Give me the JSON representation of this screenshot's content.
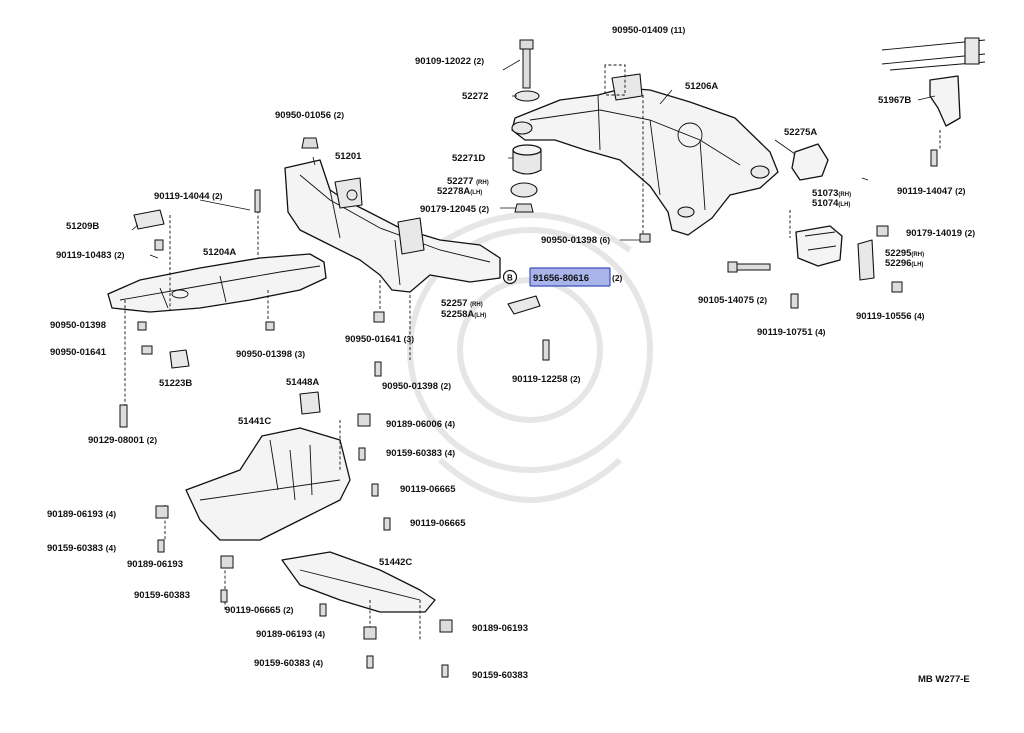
{
  "diagram": {
    "code": "MB W277-E",
    "highlight_color": "#a9b4ea",
    "marker_letter": "B",
    "labels": {
      "p90950_01409": {
        "part": "90950-01409",
        "qty": "(11)"
      },
      "p90109_12022": {
        "part": "90109-12022",
        "qty": "(2)"
      },
      "p52272": {
        "part": "52272",
        "qty": ""
      },
      "p51206A": {
        "part": "51206A",
        "qty": ""
      },
      "p51967B": {
        "part": "51967B",
        "qty": ""
      },
      "p90950_01056": {
        "part": "90950-01056",
        "qty": "(2)"
      },
      "p52275A": {
        "part": "52275A",
        "qty": ""
      },
      "p51201": {
        "part": "51201",
        "qty": ""
      },
      "p52271D": {
        "part": "52271D",
        "qty": ""
      },
      "p52277": {
        "part": "52277",
        "sub": "(RH)",
        "qty": ""
      },
      "p52278A": {
        "part": "52278A",
        "sub": "(LH)",
        "qty": ""
      },
      "p90119_14047": {
        "part": "90119-14047",
        "qty": "(2)"
      },
      "p51073": {
        "part": "51073",
        "sub": "(RH)",
        "qty": ""
      },
      "p51074": {
        "part": "51074",
        "sub": "(LH)",
        "qty": ""
      },
      "p90119_14044": {
        "part": "90119-14044",
        "qty": "(2)"
      },
      "p90179_12045": {
        "part": "90179-12045",
        "qty": "(2)"
      },
      "p90179_14019": {
        "part": "90179-14019",
        "qty": "(2)"
      },
      "p51209B": {
        "part": "51209B",
        "qty": ""
      },
      "p90950_01398a": {
        "part": "90950-01398",
        "qty": "(6)"
      },
      "p51204A": {
        "part": "51204A",
        "qty": ""
      },
      "p52295": {
        "part": "52295",
        "sub": "(RH)",
        "qty": ""
      },
      "p52296": {
        "part": "52296",
        "sub": "(LH)",
        "qty": ""
      },
      "p90119_10483": {
        "part": "90119-10483",
        "qty": "(2)"
      },
      "p91656_80616": {
        "part": "91656-80616",
        "qty": "(2)"
      },
      "p90105_14075": {
        "part": "90105-14075",
        "qty": "(2)"
      },
      "p52257": {
        "part": "52257",
        "sub": "(RH)",
        "qty": ""
      },
      "p52258A": {
        "part": "52258A",
        "sub": "(LH)",
        "qty": ""
      },
      "p90119_10556": {
        "part": "90119-10556",
        "qty": "(4)"
      },
      "p90950_01398b": {
        "part": "90950-01398",
        "qty": ""
      },
      "p90119_10751": {
        "part": "90119-10751",
        "qty": "(4)"
      },
      "p90950_01641a": {
        "part": "90950-01641",
        "qty": "(3)"
      },
      "p90950_01641b": {
        "part": "90950-01641",
        "qty": ""
      },
      "p90950_01398c": {
        "part": "90950-01398",
        "qty": "(3)"
      },
      "p51223B": {
        "part": "51223B",
        "qty": ""
      },
      "p90119_12258": {
        "part": "90119-12258",
        "qty": "(2)"
      },
      "p90950_01398d": {
        "part": "90950-01398",
        "qty": "(2)"
      },
      "p51448A": {
        "part": "51448A",
        "qty": ""
      },
      "p51441C": {
        "part": "51441C",
        "qty": ""
      },
      "p90189_06006": {
        "part": "90189-06006",
        "qty": "(4)"
      },
      "p90129_08001": {
        "part": "90129-08001",
        "qty": "(2)"
      },
      "p90159_60383a": {
        "part": "90159-60383",
        "qty": "(4)"
      },
      "p90119_06665a": {
        "part": "90119-06665",
        "qty": ""
      },
      "p90189_06193a": {
        "part": "90189-06193",
        "qty": "(4)"
      },
      "p90119_06665b": {
        "part": "90119-06665",
        "qty": ""
      },
      "p90159_60383b": {
        "part": "90159-60383",
        "qty": "(4)"
      },
      "p90189_06193b": {
        "part": "90189-06193",
        "qty": ""
      },
      "p51442C": {
        "part": "51442C",
        "qty": ""
      },
      "p90159_60383c": {
        "part": "90159-60383",
        "qty": ""
      },
      "p90119_06665c": {
        "part": "90119-06665",
        "qty": "(2)"
      },
      "p90189_06193c": {
        "part": "90189-06193",
        "qty": "(4)"
      },
      "p90189_06193d": {
        "part": "90189-06193",
        "qty": ""
      },
      "p90159_60383d": {
        "part": "90159-60383",
        "qty": "(4)"
      },
      "p90159_60383e": {
        "part": "90159-60383",
        "qty": ""
      }
    }
  }
}
